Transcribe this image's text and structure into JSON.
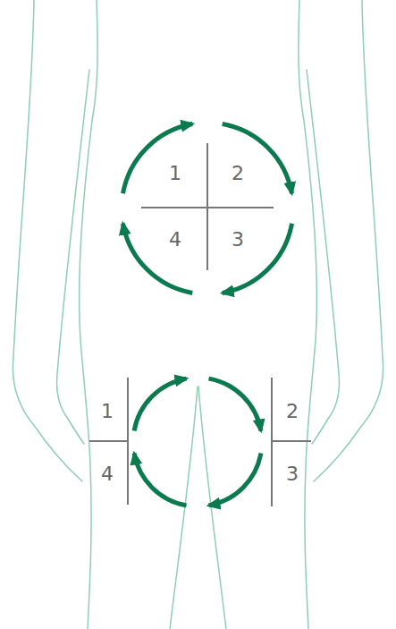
{
  "diagram": {
    "labels": [
      "1",
      "2",
      "4",
      "3",
      "1",
      "2",
      "4",
      "3"
    ]
  }
}
